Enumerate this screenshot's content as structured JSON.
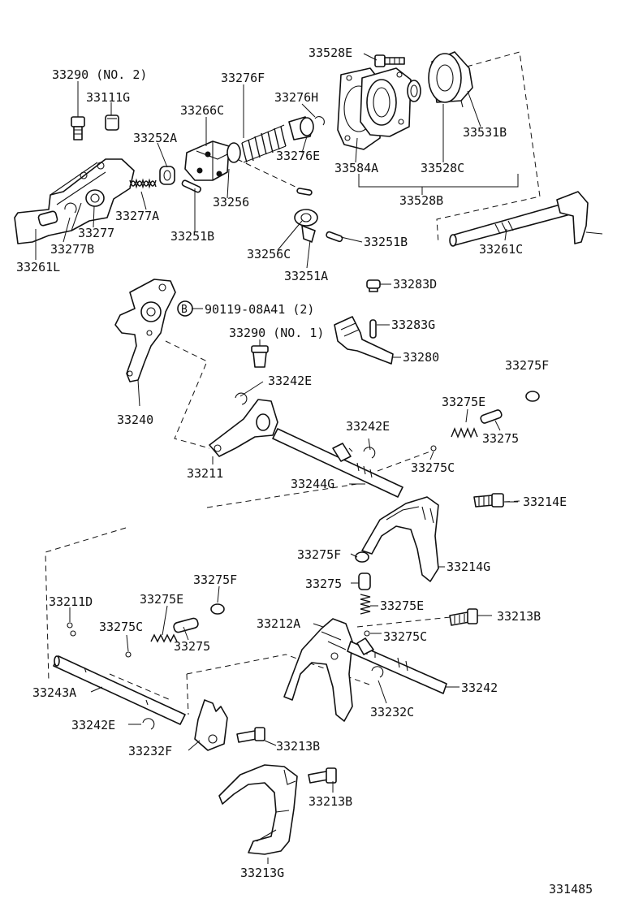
{
  "diagram": {
    "ref_number": "331485",
    "callout_b": "B",
    "labels": {
      "p33290_no2": "33290 (NO. 2)",
      "p33111g": "33111G",
      "p33276f": "33276F",
      "p33276h": "33276H",
      "p33266c": "33266C",
      "p33252a": "33252A",
      "p33276e": "33276E",
      "p33256": "33256",
      "p33277a": "33277A",
      "p33277": "33277",
      "p33277b": "33277B",
      "p33261l": "33261L",
      "p33251b_a": "33251B",
      "p33256c": "33256C",
      "p33251a": "33251A",
      "p33251b_b": "33251B",
      "p33528e": "33528E",
      "p33531b": "33531B",
      "p33584a": "33584A",
      "p33528c": "33528C",
      "p33528b": "33528B",
      "p33261c": "33261C",
      "p33283d": "33283D",
      "p90119": "90119-08A41 (2)",
      "p33283g": "33283G",
      "p33290_no1": "33290 (NO. 1)",
      "p33280": "33280",
      "p33240": "33240",
      "p33242e_a": "33242E",
      "p33275f_a": "33275F",
      "p33275e_a": "33275E",
      "p33275_a": "33275",
      "p33242e_b": "33242E",
      "p33275c_a": "33275C",
      "p33211": "33211",
      "p33244g": "33244G",
      "p33214e": "33214E",
      "p33275f_b": "33275F",
      "p33214g": "33214G",
      "p33275_b": "33275",
      "p33275e_b": "33275E",
      "p33211d": "33211D",
      "p33275f_c": "33275F",
      "p33275e_c": "33275E",
      "p33212a": "33212A",
      "p33213b_a": "33213B",
      "p33275c_b": "33275C",
      "p33275c_c": "33275C",
      "p33275_c": "33275",
      "p33243a": "33243A",
      "p33242": "33242",
      "p33232c": "33232C",
      "p33242e_c": "33242E",
      "p33232f": "33232F",
      "p33213b_b": "33213B",
      "p33213b_c": "33213B",
      "p33213g": "33213G"
    }
  }
}
